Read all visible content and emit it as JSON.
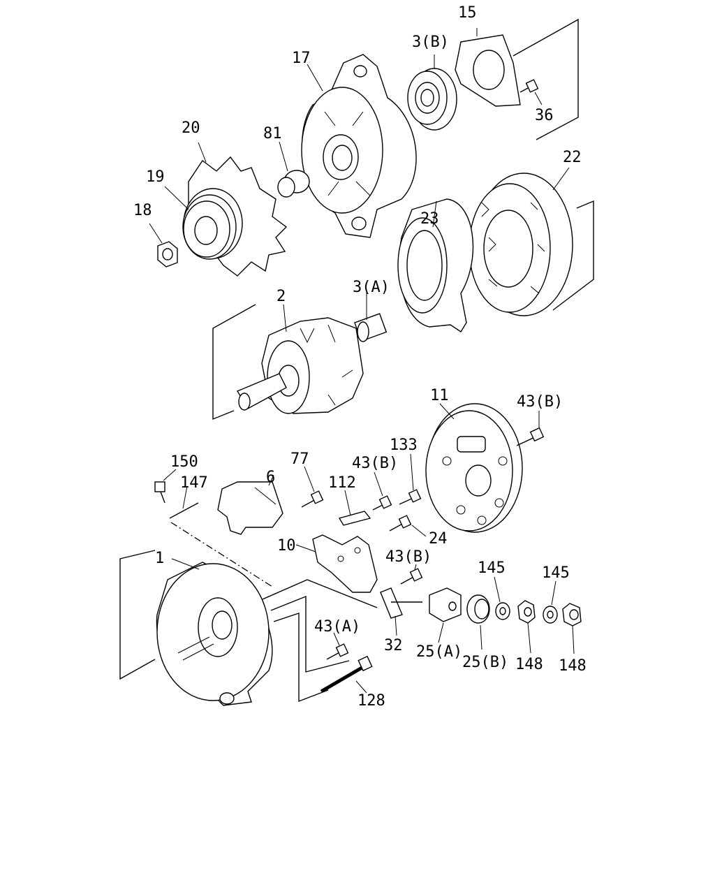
{
  "labels": {
    "p15": "15",
    "p3b": "3(B)",
    "p17": "17",
    "p36": "36",
    "p81": "81",
    "p20": "20",
    "p19": "19",
    "p22": "22",
    "p18": "18",
    "p23": "23",
    "p3a": "3(A)",
    "p2": "2",
    "p11": "11",
    "p43b_1": "43(B)",
    "p133": "133",
    "p150": "150",
    "p77": "77",
    "p43b_2": "43(B)",
    "p147": "147",
    "p6": "6",
    "p112": "112",
    "p24": "24",
    "p10": "10",
    "p43b_3": "43(B)",
    "p1": "1",
    "p145_1": "145",
    "p145_2": "145",
    "p43a": "43(A)",
    "p32": "32",
    "p25a": "25(A)",
    "p25b": "25(B)",
    "p148_1": "148",
    "p148_2": "148",
    "p128": "128"
  }
}
